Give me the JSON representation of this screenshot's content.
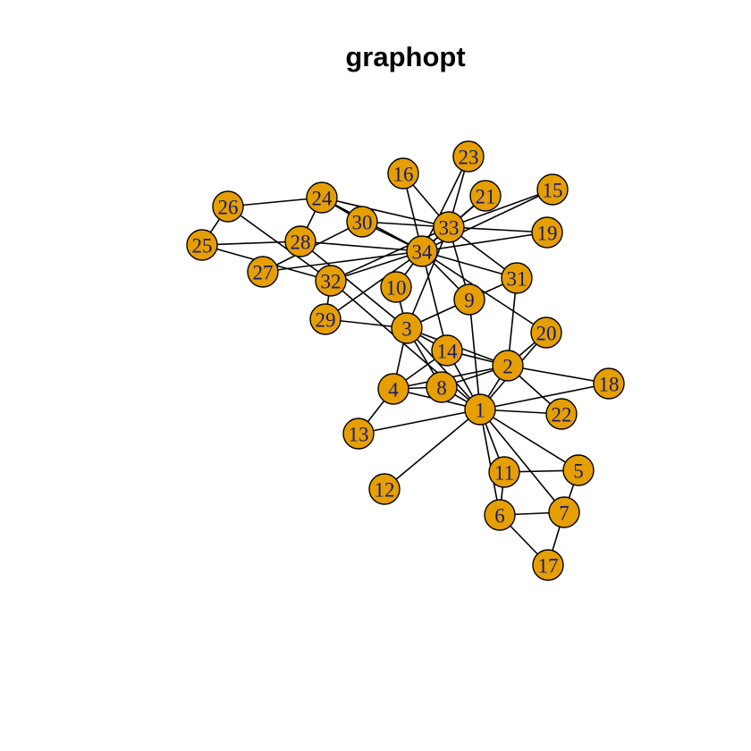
{
  "title": "graphopt",
  "colors": {
    "node_fill": "#E69F00",
    "node_stroke": "#000000",
    "label": "#1a1a6e",
    "edge": "#000000"
  },
  "nodes": [
    {
      "id": "1"
    },
    {
      "id": "2"
    },
    {
      "id": "3"
    },
    {
      "id": "4"
    },
    {
      "id": "5"
    },
    {
      "id": "6"
    },
    {
      "id": "7"
    },
    {
      "id": "8"
    },
    {
      "id": "9"
    },
    {
      "id": "10"
    },
    {
      "id": "11"
    },
    {
      "id": "12"
    },
    {
      "id": "13"
    },
    {
      "id": "14"
    },
    {
      "id": "15"
    },
    {
      "id": "16"
    },
    {
      "id": "17"
    },
    {
      "id": "18"
    },
    {
      "id": "19"
    },
    {
      "id": "20"
    },
    {
      "id": "21"
    },
    {
      "id": "22"
    },
    {
      "id": "23"
    },
    {
      "id": "24"
    },
    {
      "id": "25"
    },
    {
      "id": "26"
    },
    {
      "id": "27"
    },
    {
      "id": "28"
    },
    {
      "id": "29"
    },
    {
      "id": "30"
    },
    {
      "id": "31"
    },
    {
      "id": "32"
    },
    {
      "id": "33"
    },
    {
      "id": "34"
    }
  ],
  "edges": [
    [
      "1",
      "2"
    ],
    [
      "1",
      "3"
    ],
    [
      "1",
      "4"
    ],
    [
      "1",
      "5"
    ],
    [
      "1",
      "6"
    ],
    [
      "1",
      "7"
    ],
    [
      "1",
      "8"
    ],
    [
      "1",
      "9"
    ],
    [
      "1",
      "11"
    ],
    [
      "1",
      "12"
    ],
    [
      "1",
      "13"
    ],
    [
      "1",
      "14"
    ],
    [
      "1",
      "18"
    ],
    [
      "1",
      "20"
    ],
    [
      "1",
      "22"
    ],
    [
      "1",
      "32"
    ],
    [
      "2",
      "3"
    ],
    [
      "2",
      "4"
    ],
    [
      "2",
      "8"
    ],
    [
      "2",
      "14"
    ],
    [
      "2",
      "18"
    ],
    [
      "2",
      "20"
    ],
    [
      "2",
      "22"
    ],
    [
      "2",
      "31"
    ],
    [
      "3",
      "4"
    ],
    [
      "3",
      "8"
    ],
    [
      "3",
      "9"
    ],
    [
      "3",
      "10"
    ],
    [
      "3",
      "14"
    ],
    [
      "3",
      "28"
    ],
    [
      "3",
      "29"
    ],
    [
      "3",
      "33"
    ],
    [
      "4",
      "8"
    ],
    [
      "4",
      "13"
    ],
    [
      "4",
      "14"
    ],
    [
      "5",
      "7"
    ],
    [
      "5",
      "11"
    ],
    [
      "6",
      "7"
    ],
    [
      "6",
      "11"
    ],
    [
      "6",
      "17"
    ],
    [
      "7",
      "17"
    ],
    [
      "9",
      "31"
    ],
    [
      "9",
      "33"
    ],
    [
      "9",
      "34"
    ],
    [
      "10",
      "34"
    ],
    [
      "14",
      "34"
    ],
    [
      "15",
      "33"
    ],
    [
      "15",
      "34"
    ],
    [
      "16",
      "33"
    ],
    [
      "16",
      "34"
    ],
    [
      "19",
      "33"
    ],
    [
      "19",
      "34"
    ],
    [
      "20",
      "34"
    ],
    [
      "21",
      "33"
    ],
    [
      "21",
      "34"
    ],
    [
      "23",
      "33"
    ],
    [
      "23",
      "34"
    ],
    [
      "24",
      "26"
    ],
    [
      "24",
      "28"
    ],
    [
      "24",
      "30"
    ],
    [
      "24",
      "33"
    ],
    [
      "24",
      "34"
    ],
    [
      "25",
      "26"
    ],
    [
      "25",
      "28"
    ],
    [
      "25",
      "32"
    ],
    [
      "26",
      "32"
    ],
    [
      "27",
      "30"
    ],
    [
      "27",
      "34"
    ],
    [
      "28",
      "34"
    ],
    [
      "29",
      "32"
    ],
    [
      "29",
      "34"
    ],
    [
      "30",
      "33"
    ],
    [
      "30",
      "34"
    ],
    [
      "31",
      "33"
    ],
    [
      "31",
      "34"
    ],
    [
      "32",
      "33"
    ],
    [
      "32",
      "34"
    ],
    [
      "33",
      "34"
    ]
  ]
}
